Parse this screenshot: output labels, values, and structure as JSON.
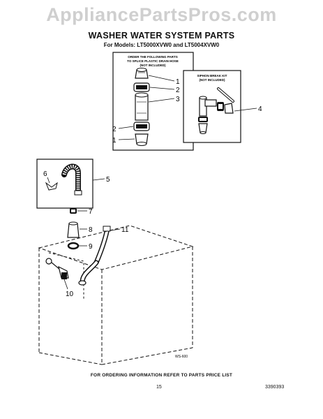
{
  "watermark": "AppliancePartsPros.com",
  "title": "WASHER WATER SYSTEM PARTS",
  "subtitle": "For Models: LT5000XVW0 and LT5004XVW0",
  "box_left_note": [
    "ORDER THE FOLLOWING PARTS",
    "TO SPLICE PLASTIC DRAIN HOSE",
    "(NOT INCLUDED)"
  ],
  "box_right_note": [
    "SIPHON BREAK KIT",
    "(NOT INCLUDED)"
  ],
  "callouts": {
    "c1a": "1",
    "c2a": "2",
    "c3": "3",
    "c2b": "2",
    "c1b": "1",
    "c4": "4",
    "c5": "5",
    "c6": "6",
    "c7": "7",
    "c8": "8",
    "c9": "9",
    "c10": "10",
    "c11": "11"
  },
  "ws_code": "WS-600",
  "footer_note": "FOR ORDERING INFORMATION REFER TO PARTS PRICE LIST",
  "page_number": "15",
  "part_number": "3390393"
}
